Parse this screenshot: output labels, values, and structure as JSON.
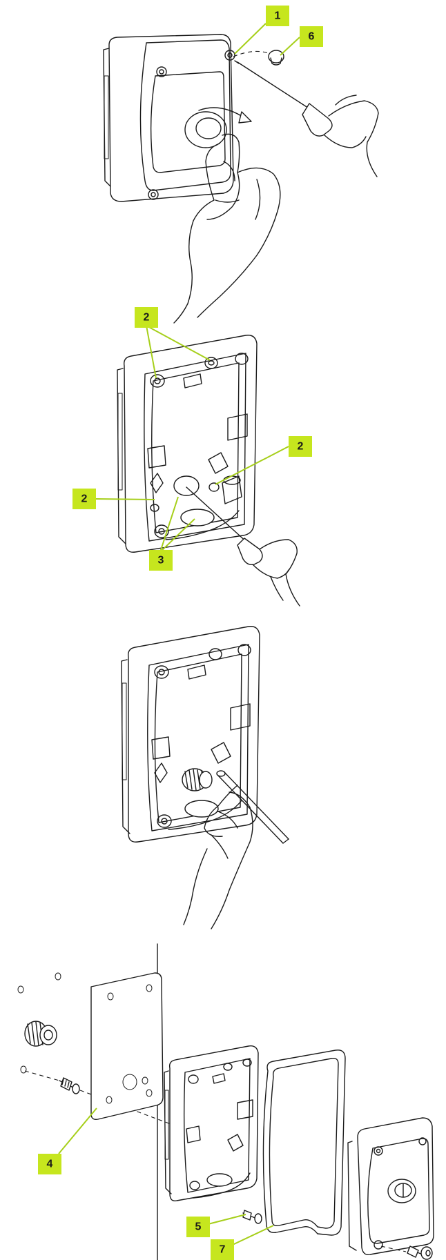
{
  "callouts": {
    "c1": "1",
    "c6": "6",
    "c2a": "2",
    "c2b": "2",
    "c2c": "2",
    "c3": "3",
    "c4": "4",
    "c5": "5",
    "c7": "7"
  },
  "colors": {
    "callout_fill": "#c6e61e",
    "leader": "#a6cf1a",
    "line": "#1a1a1a"
  },
  "icons": {
    "step1": "housing-screwdriver-key-icon",
    "step2": "base-knockout-icon",
    "step3": "cable-gland-insert-icon",
    "step4": "exploded-assembly-icon"
  }
}
